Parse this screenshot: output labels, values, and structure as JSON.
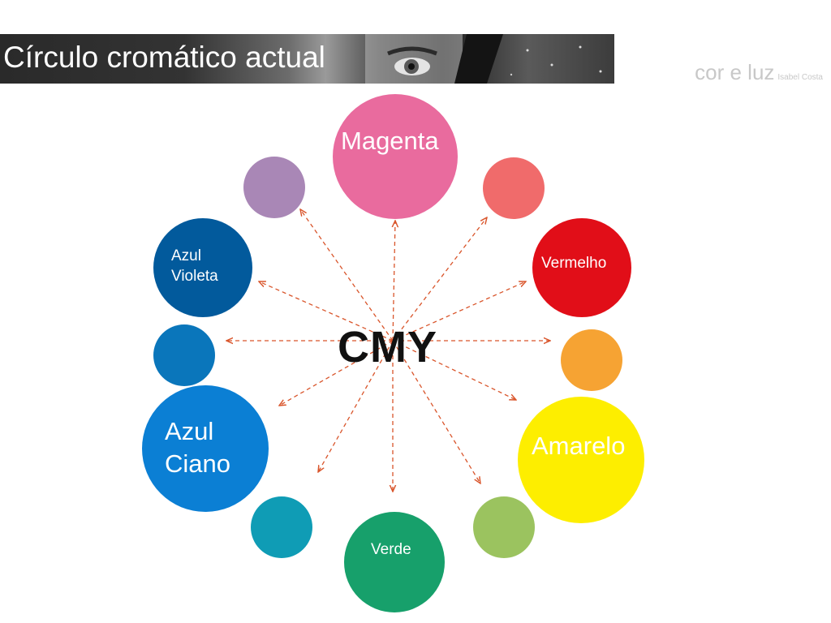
{
  "header": {
    "title": "Círculo cromático actual",
    "subtitle": "cor e luz",
    "author": "Isabel Costa"
  },
  "diagram": {
    "center_label": "CMY",
    "arrow_color": "#d9552b",
    "circles": [
      {
        "id": "magenta",
        "label": "Magenta",
        "color": "#e96b9e"
      },
      {
        "id": "pink-red",
        "label": "",
        "color": "#f06b6b"
      },
      {
        "id": "vermelho",
        "label": "Vermelho",
        "color": "#e10e18"
      },
      {
        "id": "orange",
        "label": "",
        "color": "#f6a333"
      },
      {
        "id": "amarelo",
        "label": "Amarelo",
        "color": "#fdee00"
      },
      {
        "id": "yellow-green",
        "label": "",
        "color": "#9bc35f"
      },
      {
        "id": "verde",
        "label": "Verde",
        "color": "#17a06b"
      },
      {
        "id": "teal",
        "label": "",
        "color": "#0f9cb5"
      },
      {
        "id": "azul-ciano",
        "label": "Azul\nCiano",
        "color": "#0b7fd4"
      },
      {
        "id": "blue",
        "label": "",
        "color": "#0a76bb"
      },
      {
        "id": "azul-violeta",
        "label": "Azul\nVioleta",
        "color": "#025a9c"
      },
      {
        "id": "violet",
        "label": "",
        "color": "#a987b6"
      }
    ]
  }
}
